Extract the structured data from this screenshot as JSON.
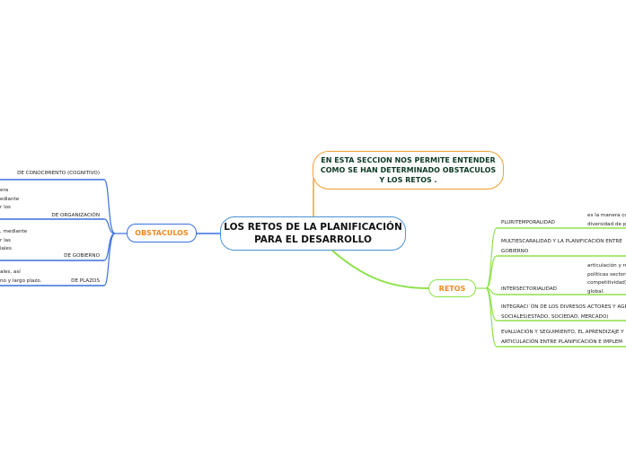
{
  "central_topic": {
    "line1": "LOS RETOS DE LA PLANIFICACIÓN",
    "line2": "PARA EL DESARROLLO"
  },
  "note": {
    "line1": "EN ESTA SECCION NOS PERMITE ENTENDER",
    "line2": "COMO SE HAN DETERMINADO OBSTACULOS",
    "line3": "Y  LOS RETOS ."
  },
  "obstaculos": {
    "label": "OBSTACULOS",
    "items": [
      {
        "label": "DE CONOCIMIENTO (COGNITIVO)",
        "desc": ""
      },
      {
        "label": "DE ORGANIZACIÓN",
        "desc": "era\nediante\nr los"
      },
      {
        "label": "DE GOBIERNO",
        "desc": ", mediante\nr las\niales"
      },
      {
        "label": "DE PLAZOS",
        "desc": "ales, así\nno y largo plazo."
      }
    ]
  },
  "retos": {
    "label": "RETOS",
    "items": [
      {
        "label": "PLURITEMPORALIDAD",
        "desc": "es la manera co\ndiversidad de p"
      },
      {
        "label": "MULTIESCARALIDAD Y LA PLANIFICACIÓN ENTRE",
        "label2": "GOBIERNO"
      },
      {
        "label": "INTERSECTORIALIDAD",
        "desc": "articulación y re\npolíticas sectori\ncompetitividad)\nglobal."
      },
      {
        "label": "INTEGRACI´ÓN DE LOS DIVRESOS ACTORES Y AGE",
        "label2": "SOCIALES(ESTADO, SOCIEDAD, MERCADO)"
      },
      {
        "label": "EVALUACIÓN Y SEGUIMIENTO, EL APRENDIZAJE Y",
        "label2": "ARTICULACIÓN ENTRE PLANIFICACIÓN E IMPLEM"
      }
    ]
  },
  "colors": {
    "central_border": "#4a90d9",
    "note_border": "#f0a030",
    "obstaculos_branch": "#3a6fe0",
    "retos_branch": "#8de24a",
    "subtopic_label": "#f08a24"
  }
}
